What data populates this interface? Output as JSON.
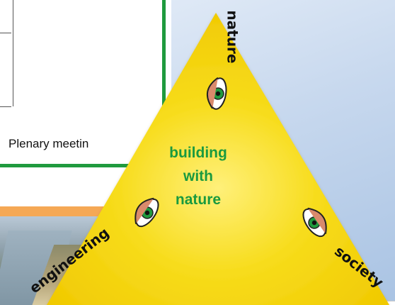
{
  "caption": "Plenary meetin",
  "triangle": {
    "center_lines": [
      "building",
      "with",
      "nature"
    ],
    "vertices": {
      "top": "nature",
      "bottom_left": "engineering",
      "bottom_right": "society"
    }
  },
  "colors": {
    "triangle_fill": "#f5d20a",
    "center_text": "#1a9a3f",
    "slide_frame": "#1f9a3e",
    "photo_frame": "#f5a855",
    "panel_bg": "#c7d8ee"
  },
  "icons": [
    "eye-icon",
    "eye-icon",
    "eye-icon"
  ]
}
